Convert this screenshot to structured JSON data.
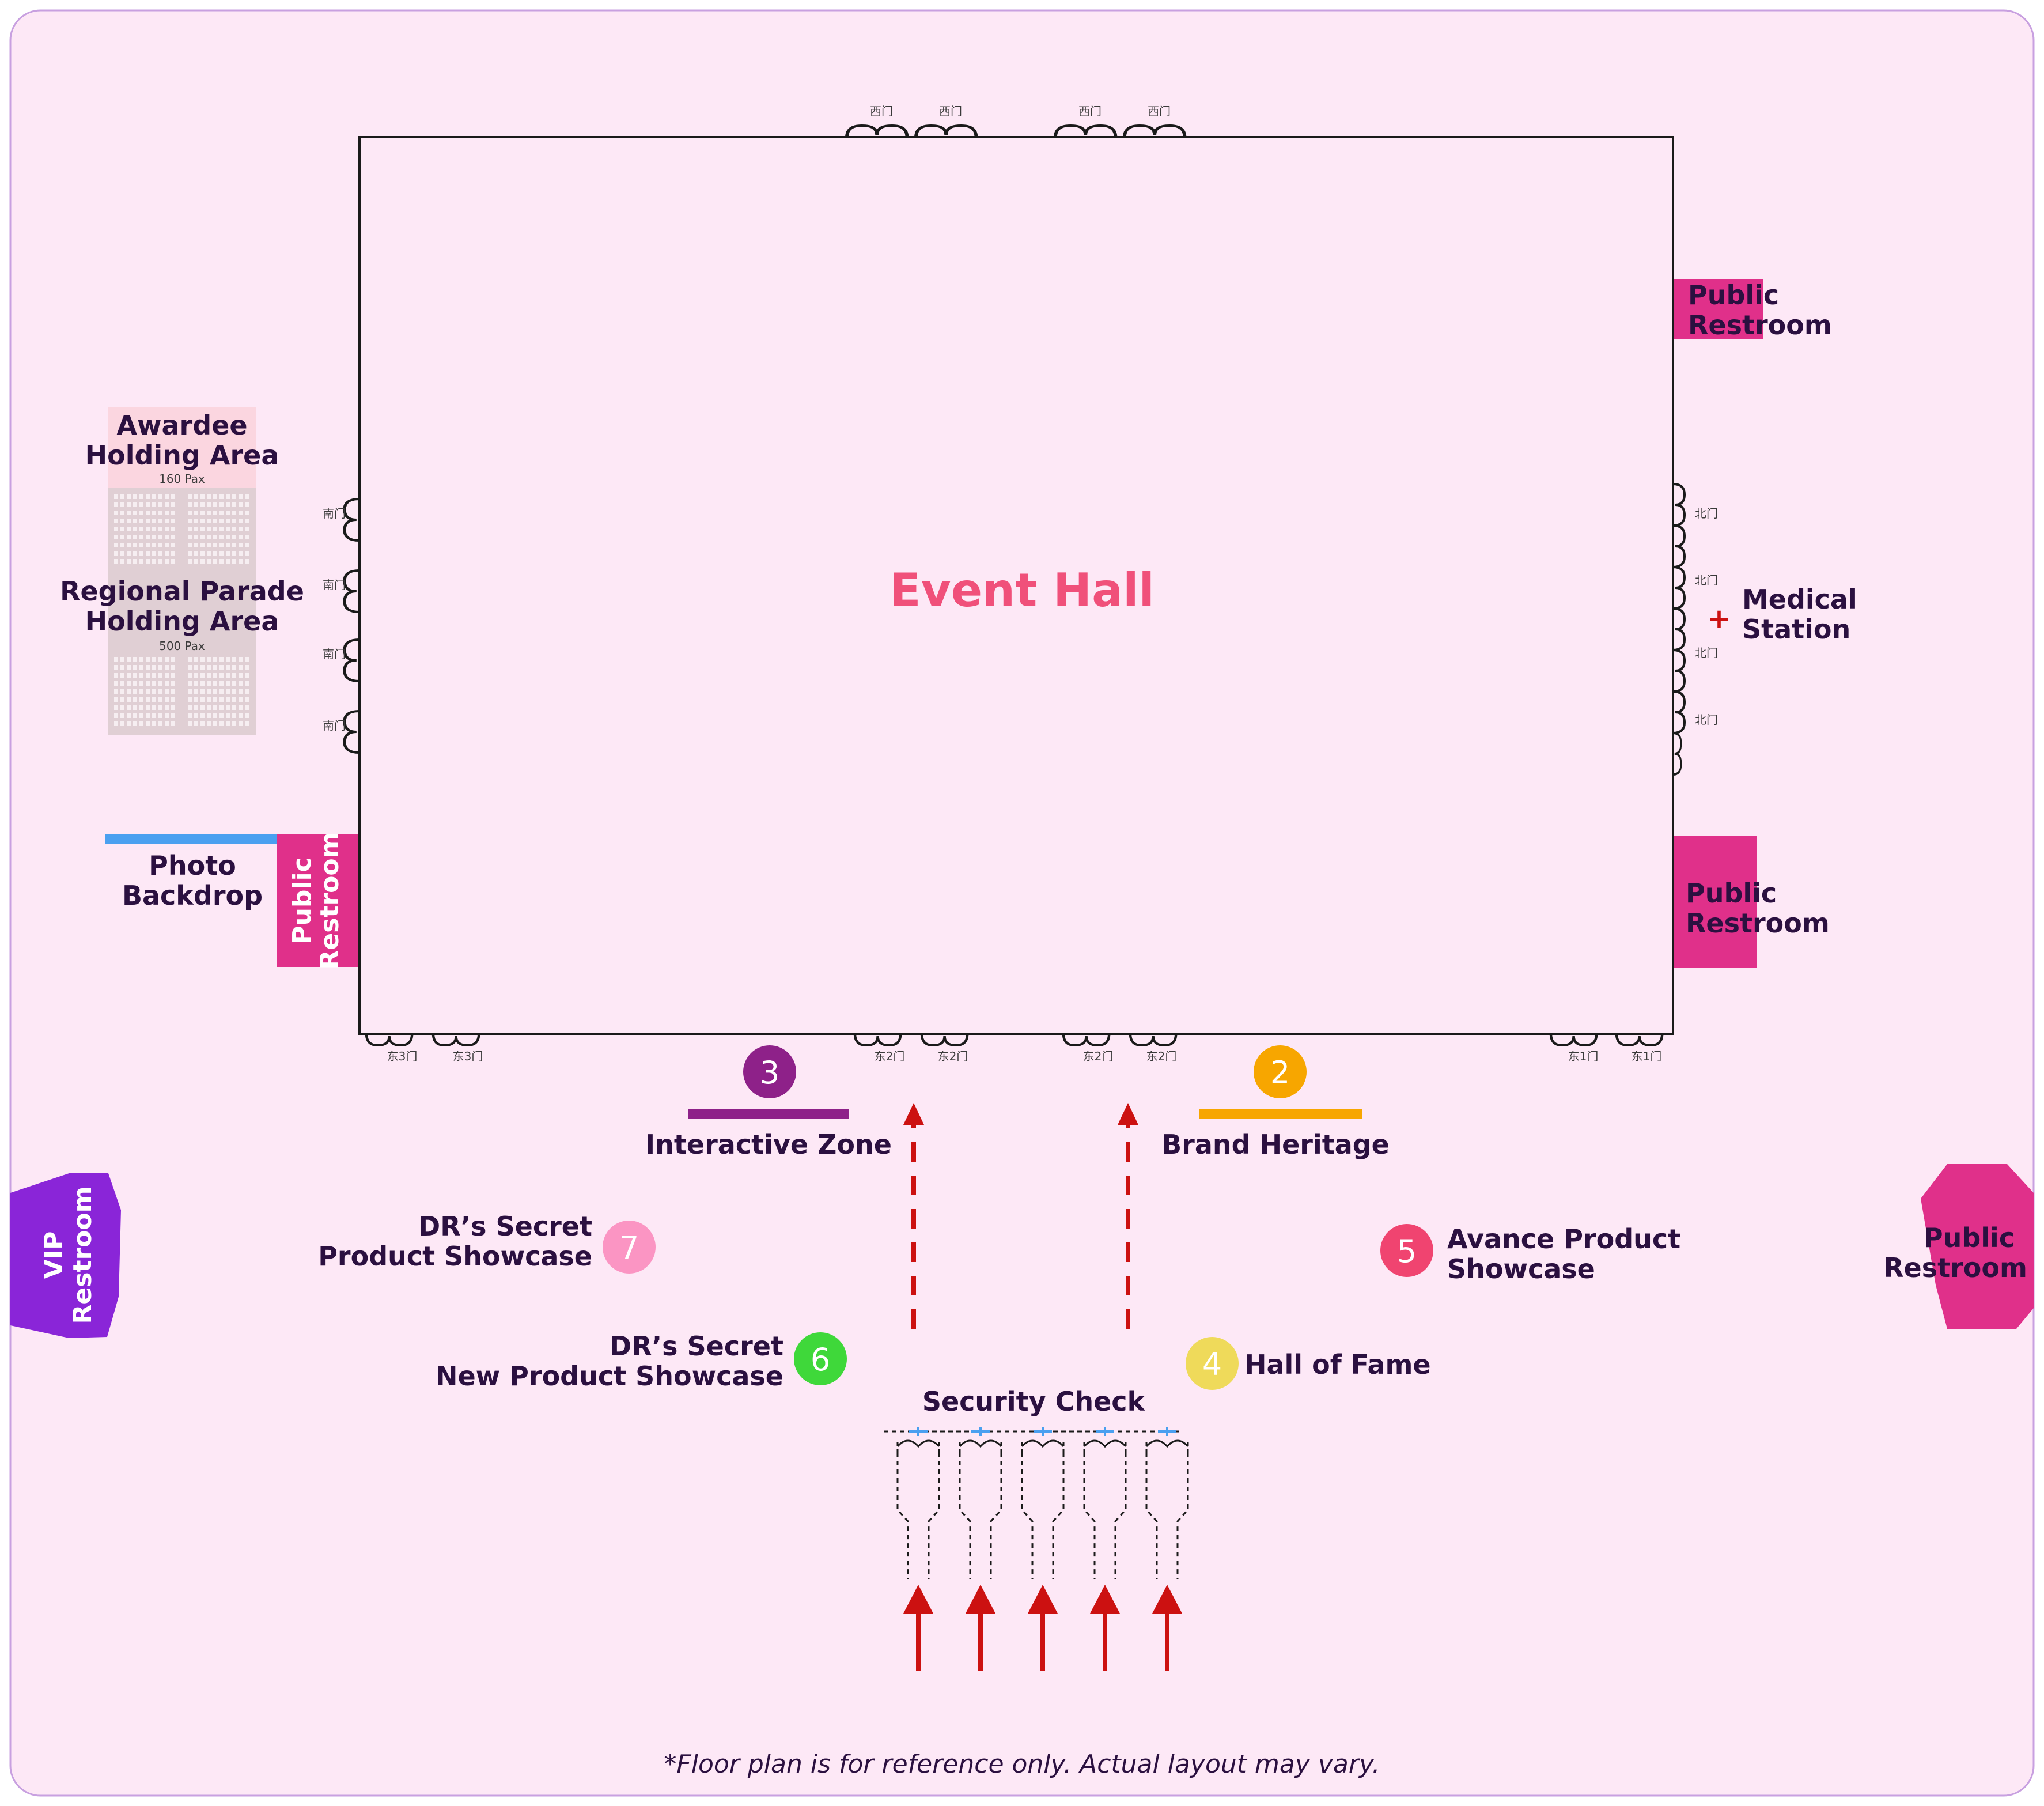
{
  "hall": {
    "title": "Event Hall"
  },
  "doors": {
    "west": [
      "西门",
      "西门",
      "西门",
      "西门"
    ],
    "south": [
      "南门",
      "南门",
      "南门",
      "南门"
    ],
    "north": [
      "北门",
      "北门",
      "北门",
      "北门"
    ],
    "east": [
      "东3门",
      "东3门",
      "东2门",
      "东2门",
      "东2门",
      "东2门",
      "东1门",
      "东1门"
    ]
  },
  "areas": {
    "awardee": {
      "line1": "Awardee",
      "line2": "Holding Area",
      "pax": "160 Pax"
    },
    "parade": {
      "line1": "Regional Parade",
      "line2": "Holding Area",
      "pax": "500 Pax"
    },
    "photo": {
      "line1": "Photo",
      "line2": "Backdrop"
    },
    "medical": {
      "line1": "Medical",
      "line2": "Station",
      "symbol": "+"
    },
    "security": {
      "title": "Security Check"
    }
  },
  "restrooms": {
    "top_right": {
      "line1": "Public",
      "line2": "Restroom"
    },
    "mid_right": {
      "line1": "Public",
      "line2": "Restroom"
    },
    "left": {
      "line1": "Public",
      "line2": "Restroom"
    },
    "vip": {
      "line1": "VIP",
      "line2": "Restroom"
    },
    "far_right": {
      "line1": "Public",
      "line2": "Restroom"
    }
  },
  "zones": [
    {
      "number": "2",
      "line1": "Brand Heritage",
      "line2": "",
      "color": "#f7a600"
    },
    {
      "number": "3",
      "line1": "Interactive Zone",
      "line2": "",
      "color": "#8e2189"
    },
    {
      "number": "4",
      "line1": "Hall of Fame",
      "line2": "",
      "color": "#efda5a"
    },
    {
      "number": "5",
      "line1": "Avance Product",
      "line2": "Showcase",
      "color": "#f04470"
    },
    {
      "number": "6",
      "line1": "DR’s Secret",
      "line2": "New Product Showcase",
      "color": "#3fd83a"
    },
    {
      "number": "7",
      "line1": "DR’s Secret",
      "line2": "Product Showcase",
      "color": "#fb95c3"
    }
  ],
  "footer": {
    "note": "*Floor plan is for reference only. Actual layout may vary."
  },
  "colors": {
    "background": "#fde8f6",
    "frame": "#c8a0e0",
    "restroom": "#e0308a",
    "vip": "#8a25d8",
    "hall_title": "#f0507a",
    "arrow": "#cc1111",
    "photo_bar": "#4aa0f0",
    "holding": "#e0cfd4",
    "awardee_top": "#fbd6e0"
  }
}
